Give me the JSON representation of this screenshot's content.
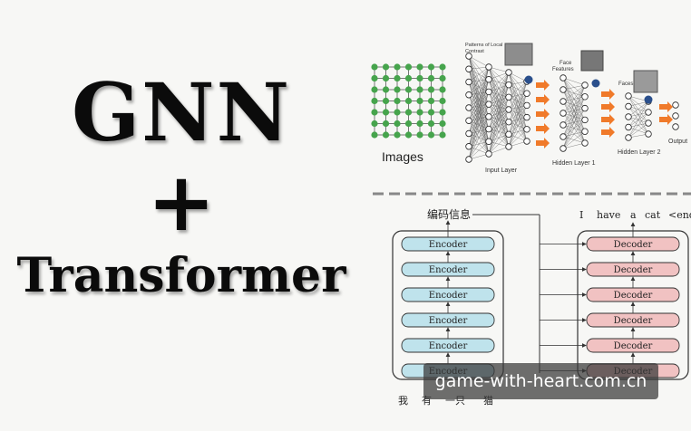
{
  "title": {
    "line1": "GNN",
    "plus": "+",
    "line2": "Transformer"
  },
  "cnn_panel": {
    "images_label": "Images",
    "patterns_label": [
      "Patterns of Local",
      "Contrast"
    ],
    "face_features_label": [
      "Face",
      "Features"
    ],
    "faces_label": "Faces",
    "input_layer_label": "Input Layer",
    "hidden1_label": "Hidden Layer 1",
    "hidden2_label": "Hidden Layer 2",
    "output_label": "Output",
    "node_color": "#46a44c",
    "arrow_color": "#f07a2a",
    "highlight_color": "#2a4f8c"
  },
  "transformer_panel": {
    "encoding_info_label": "编码信息",
    "output_tokens": [
      "I",
      "have",
      "a",
      "cat",
      "<end>"
    ],
    "input_tokens": [
      "我",
      "有",
      "一只",
      "猫"
    ],
    "encoder_label": "Encoder",
    "decoder_label": "Decoder",
    "encoder_count": 6,
    "decoder_count": 6,
    "encoder_color": "#bfe3ec",
    "decoder_color": "#f1c2c2"
  },
  "watermark": "game-with-heart.com.cn"
}
